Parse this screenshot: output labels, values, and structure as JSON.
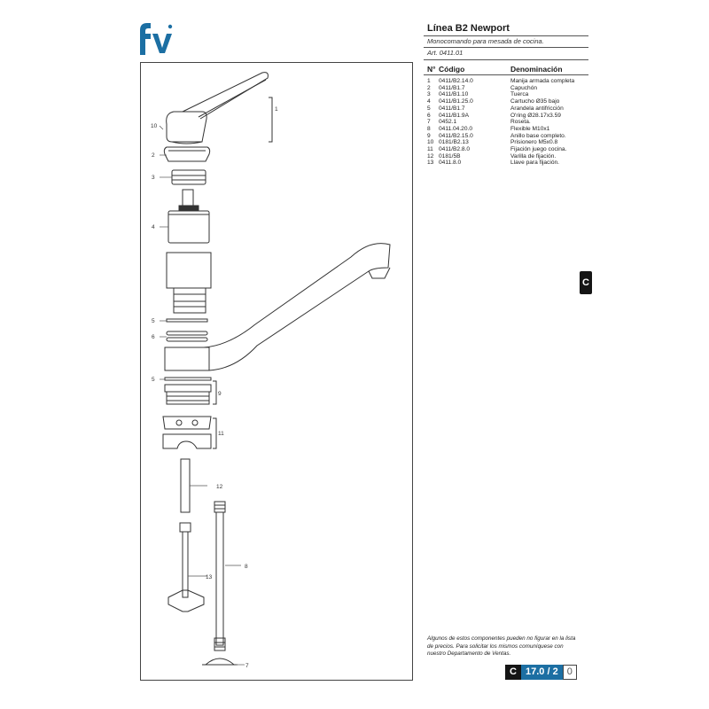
{
  "header": {
    "brand": "fv",
    "title": "Línea B2 Newport",
    "subtitle": "Monocomando para mesada de cocina.",
    "article": "Art. 0411.01"
  },
  "table": {
    "headers": {
      "num": "N°",
      "code": "Código",
      "name": "Denominación"
    },
    "rows": [
      {
        "n": "1",
        "code": "0411/B2.14.0",
        "name": "Manija armada completa"
      },
      {
        "n": "2",
        "code": "0411/B1.7",
        "name": "Capuchón"
      },
      {
        "n": "3",
        "code": "0411/B1.10",
        "name": "Tuerca"
      },
      {
        "n": "4",
        "code": "0411/B1.25.0",
        "name": "Cartucho Ø35 bajo"
      },
      {
        "n": "5",
        "code": "0411/B1.7",
        "name": "Arandela antifricción"
      },
      {
        "n": "6",
        "code": "0411/B1.9A",
        "name": "O'ring Ø28.17x3.59"
      },
      {
        "n": "7",
        "code": "0452.1",
        "name": "Roseta."
      },
      {
        "n": "8",
        "code": "0411.04.20.0",
        "name": "Flexible M10x1"
      },
      {
        "n": "9",
        "code": "0411/B2.15.0",
        "name": "Anillo base completo."
      },
      {
        "n": "10",
        "code": "0181/B2.13",
        "name": "Prisionero M5x0.8"
      },
      {
        "n": "11",
        "code": "0411/B2.8.0",
        "name": "Fijación juego cocina."
      },
      {
        "n": "12",
        "code": "0181/5B",
        "name": "Varilla de fijación."
      },
      {
        "n": "13",
        "code": "0411.8.0",
        "name": "Llave para fijación."
      }
    ]
  },
  "diagram": {
    "callouts": [
      "1",
      "10",
      "2",
      "3",
      "4",
      "5",
      "6",
      "5",
      "9",
      "11",
      "12",
      "13",
      "8",
      "7"
    ]
  },
  "side_tab": "C",
  "note": "Algunos de estos componentes pueden no figurar en la lista de precios. Para solicitar los mismos comuníquese con nuestro Departamento de Ventas.",
  "page_code": {
    "letter": "C",
    "number": "17.0 / 2",
    "suffix": "0"
  },
  "colors": {
    "brand_blue": "#1c6fa3",
    "dark": "#151515"
  }
}
